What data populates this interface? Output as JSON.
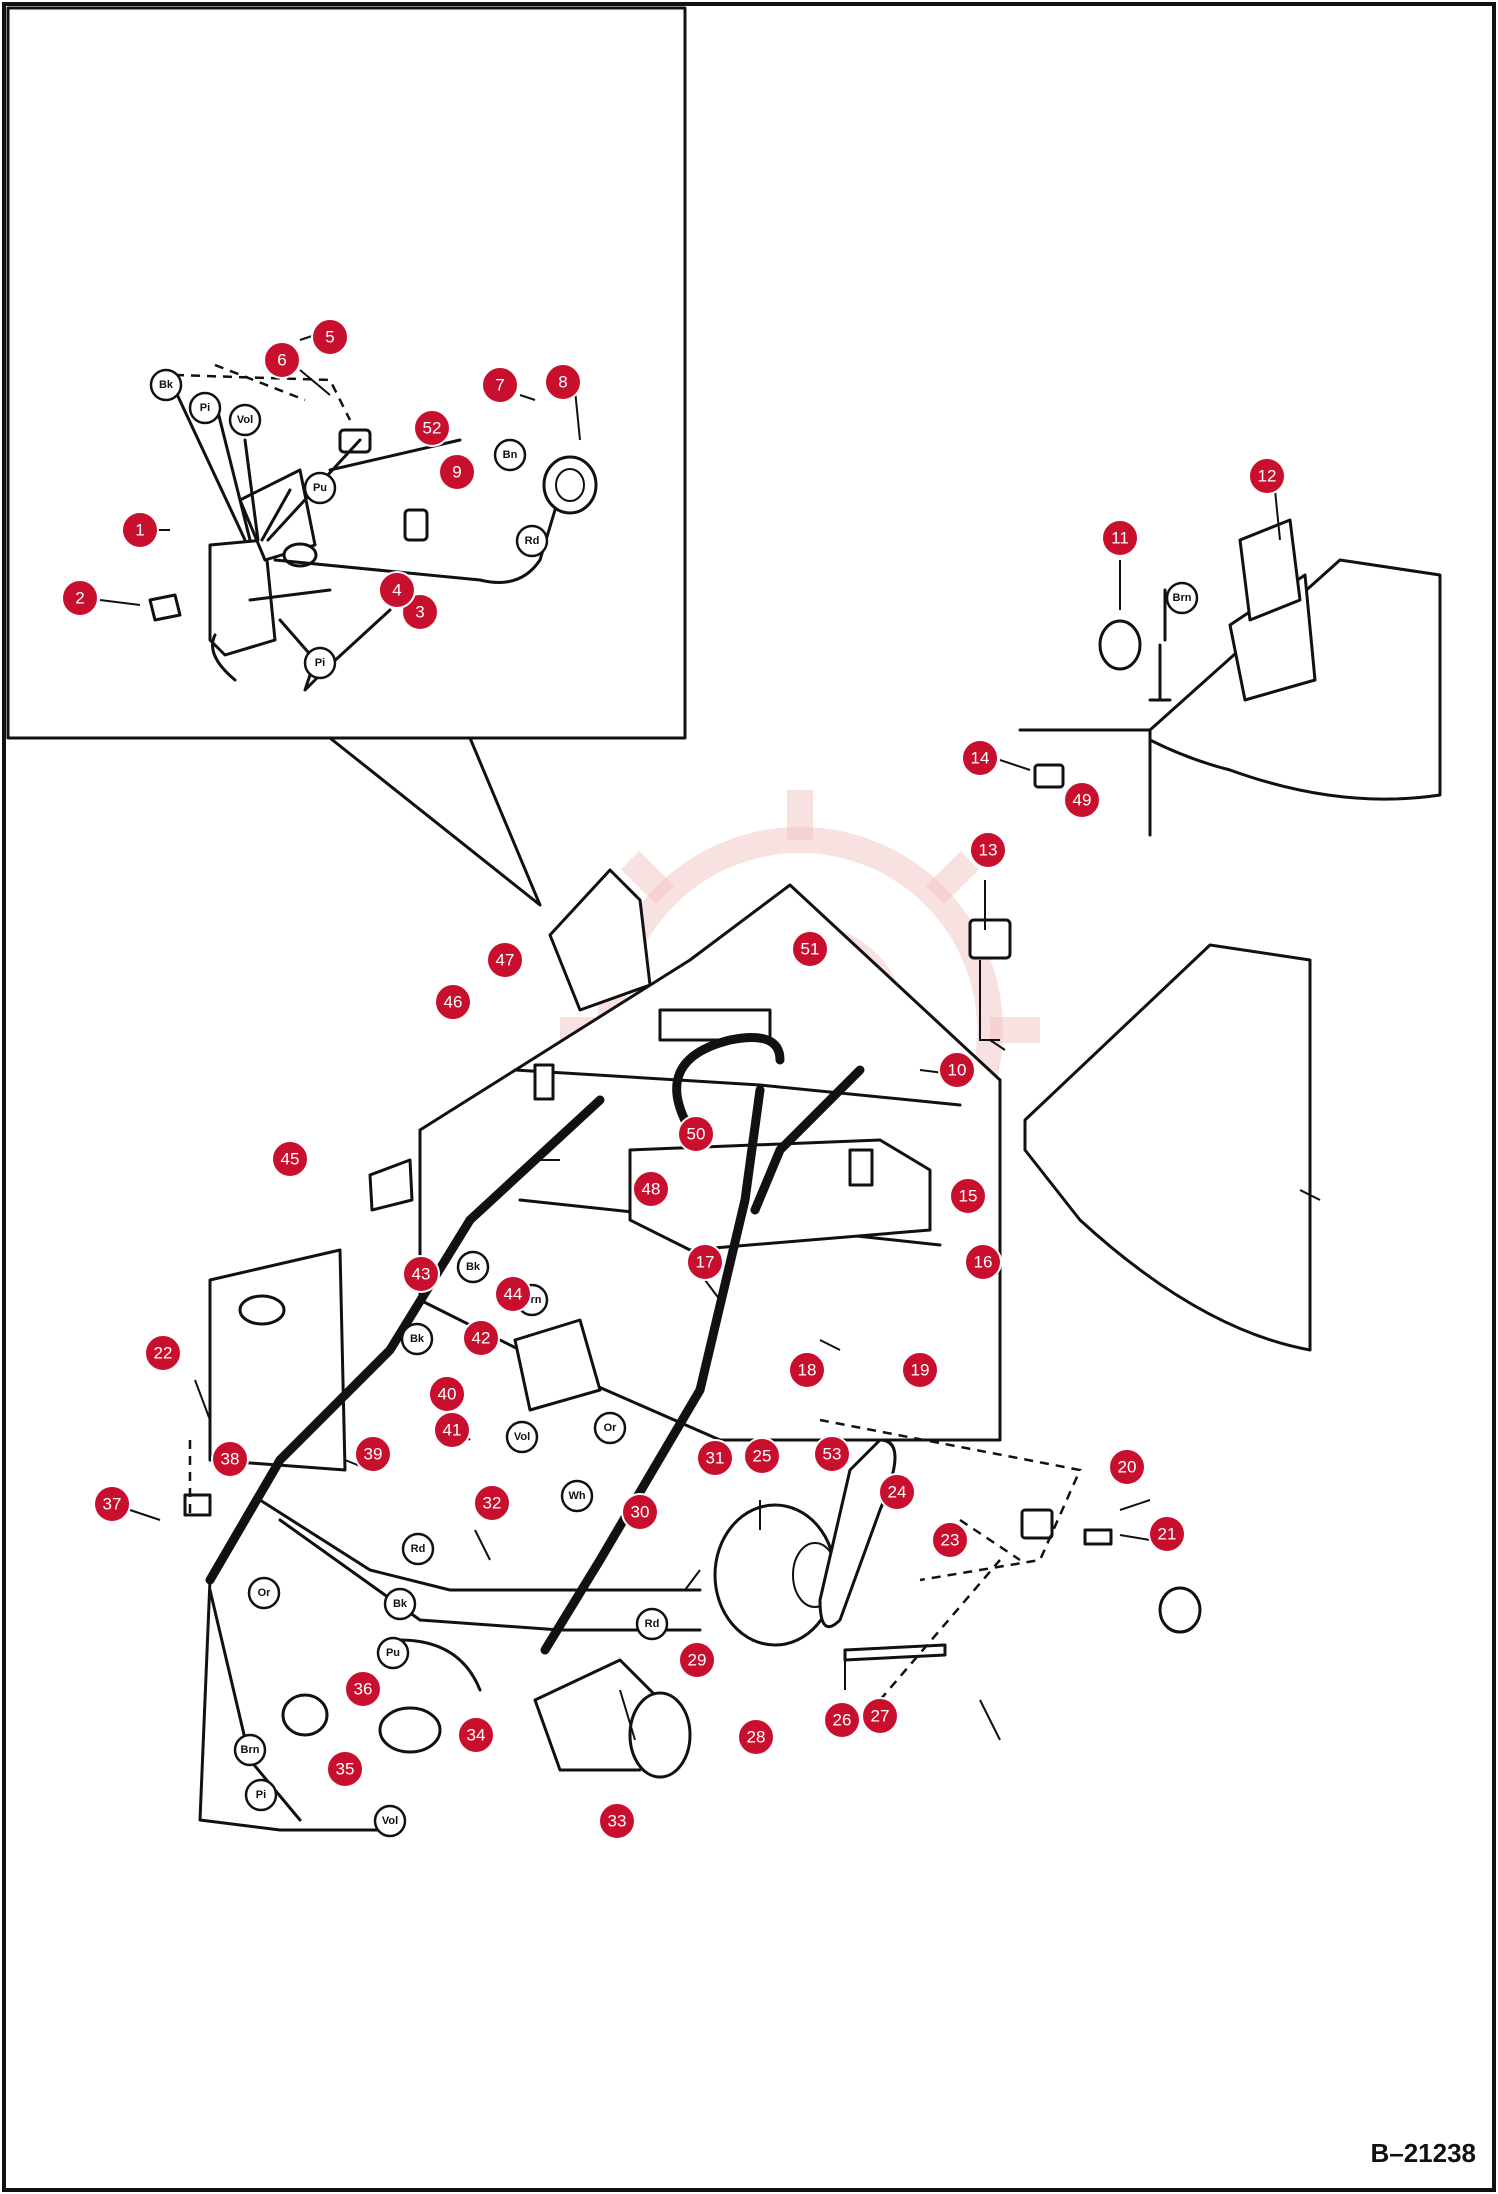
{
  "drawing_ref": "B–21238",
  "callouts": [
    "1",
    "2",
    "3",
    "4",
    "5",
    "6",
    "7",
    "8",
    "9",
    "52",
    "10",
    "11",
    "12",
    "13",
    "14",
    "49",
    "15",
    "16",
    "17",
    "18",
    "19",
    "20",
    "21",
    "22",
    "23",
    "24",
    "25",
    "26",
    "27",
    "28",
    "29",
    "30",
    "31",
    "32",
    "33",
    "34",
    "35",
    "36",
    "37",
    "38",
    "39",
    "40",
    "41",
    "42",
    "43",
    "44",
    "45",
    "46",
    "47",
    "48",
    "50",
    "51",
    "53"
  ],
  "wire_tags": [
    "Bk",
    "Pi",
    "Vol",
    "Pu",
    "Bn",
    "Rd",
    "Pi",
    "Brn",
    "Brn",
    "Bk",
    "Bk",
    "Vol",
    "Or",
    "Wh",
    "Rd",
    "Bk",
    "Rd",
    "Or",
    "Pu",
    "Brn",
    "Pi",
    "Vol"
  ]
}
